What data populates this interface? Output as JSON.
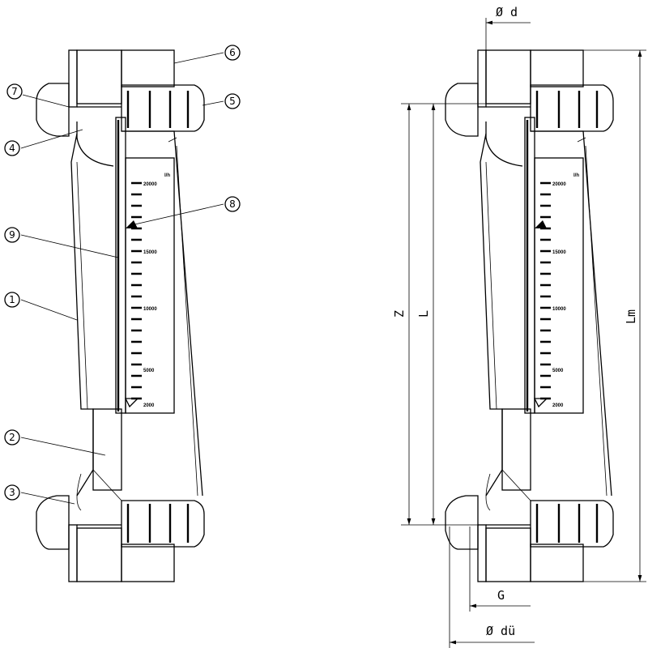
{
  "scale": {
    "unit": "l/h",
    "ticks": [
      "20000",
      "15000",
      "10000",
      "5000",
      "2000"
    ]
  },
  "callouts": [
    "1",
    "2",
    "3",
    "4",
    "5",
    "6",
    "7",
    "8",
    "9"
  ],
  "dimensions": {
    "d": "Ø d",
    "z": "Z",
    "l": "L",
    "lm": "Lm",
    "g": "G",
    "du": "Ø dü"
  }
}
